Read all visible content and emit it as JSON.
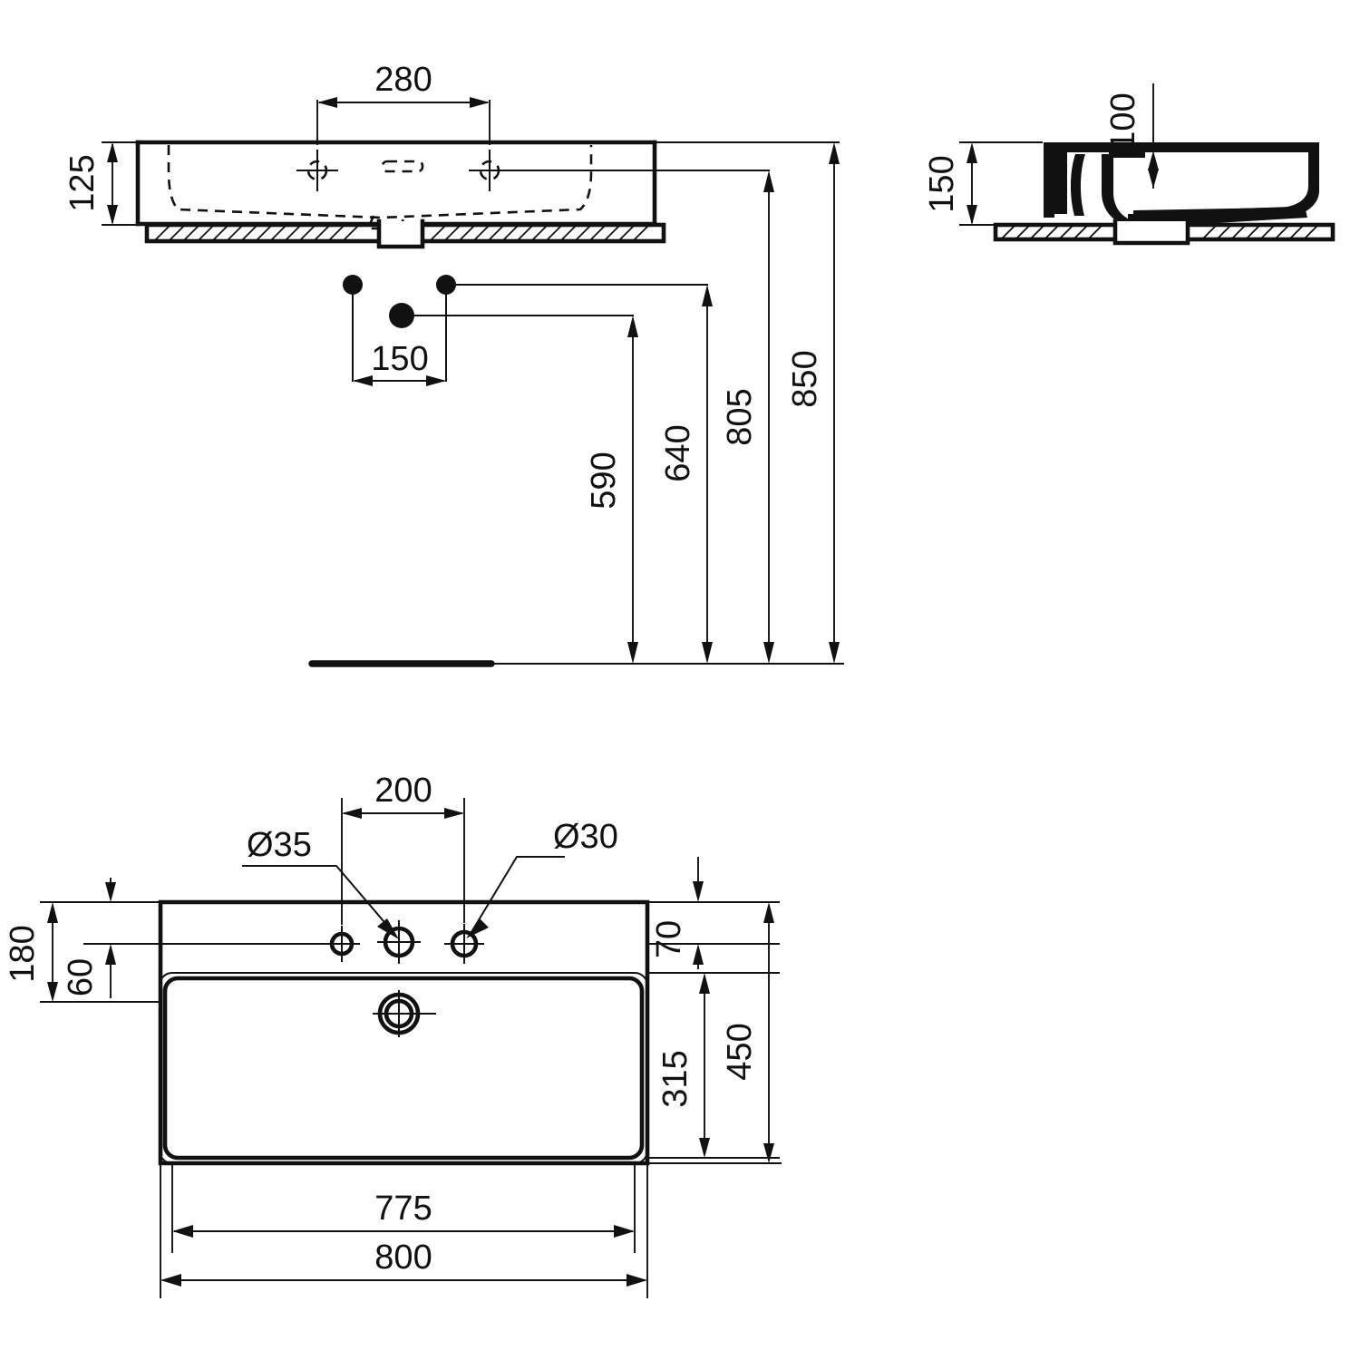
{
  "drawing": {
    "title": "Washbasin technical drawing",
    "units": "mm",
    "line_color": "#111111",
    "background": "#ffffff"
  },
  "views": {
    "front_elevation": {
      "name": "Front elevation / installation heights",
      "dimensions": {
        "basin_height": "125",
        "tap_hole_spacing": "280",
        "supply_spacing": "150",
        "waste_connection_height": "590",
        "supply_connection_height": "640",
        "tap_hole_height": "805",
        "rim_height": "850"
      }
    },
    "side_section": {
      "name": "Side section",
      "dimensions": {
        "overall_depth_height": "150",
        "bowl_depth": "100"
      }
    },
    "plan_view": {
      "name": "Plan view from above",
      "dimensions": {
        "tap_hole_spacing": "200",
        "front_edge_to_rim": "70",
        "rim_to_back": "180",
        "hole_centre_offset": "60",
        "bowl_depth": "315",
        "overall_depth": "450",
        "bowl_width": "775",
        "overall_width": "800"
      },
      "callouts": {
        "hole_dia_large": "Ø35",
        "hole_dia_small": "Ø30"
      }
    }
  },
  "dim_labels": {
    "d280": "280",
    "d125": "125",
    "d150_plan_supply": "150",
    "d590": "590",
    "d640": "640",
    "d805": "805",
    "d850": "850",
    "d100": "100",
    "d150_side": "150",
    "d200": "200",
    "d70": "70",
    "d180": "180",
    "d60": "60",
    "d315": "315",
    "d450": "450",
    "d775": "775",
    "d800": "800",
    "dia35": "Ø35",
    "dia30": "Ø30"
  }
}
